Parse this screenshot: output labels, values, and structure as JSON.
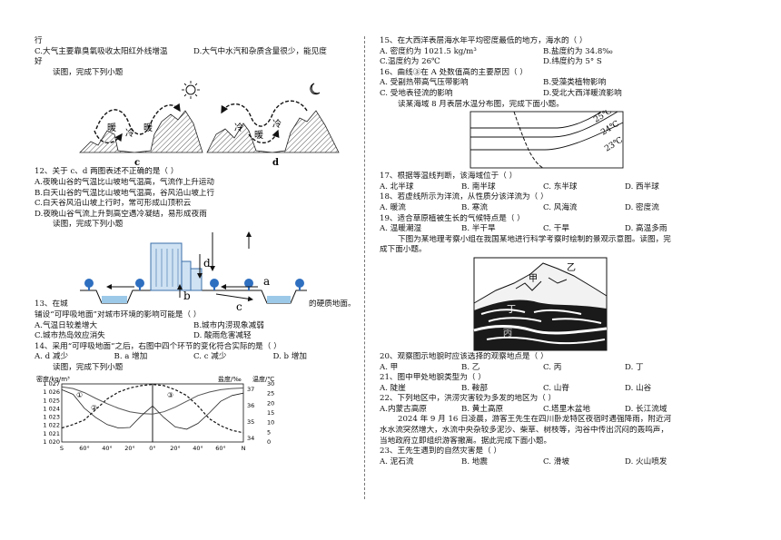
{
  "left": {
    "carry_top": "行",
    "q11_c": "C.大气主要靠臭氧吸收太阳红外线增温",
    "q11_d": "D.大气中水汽和杂质含量很少，能见度",
    "q11_carry": "好",
    "read_fig_1": "读图，完成下列小题",
    "fig_cd": {
      "labels": [
        "暖",
        "冷",
        "暖",
        "冷",
        "暖",
        "冷"
      ],
      "cap_c": "c",
      "cap_d": "d"
    },
    "q12": {
      "stem": "12、关于 c、d 两图表述不正确的是（   ）",
      "options": [
        "A.夜晚山谷的气温比山坡地气温高，气流作上升运动",
        "B.白天山谷的气温比山坡地气温高，谷风沿山坡上行",
        "C.白天谷风沿山坡上行时，常可形成山顶积云",
        "D.夜晚山谷气流上升到高空遇冷凝结，易形成夜雨"
      ]
    },
    "read_fig_2": "读图，完成下列小题",
    "fig_city": {
      "labels": [
        "d",
        "a",
        "b",
        "c"
      ]
    },
    "q13_stem_a": "13、在城",
    "q13_stem_b": "的硬质地面。",
    "q13_stem_c": "铺设“可呼吸地面”对城市环境的影响可能是（   ）",
    "q13_opts": [
      "A.气温日较差增大",
      "B.城市内涝现象减弱",
      "C.城市热岛效应消失",
      "D. 酸雨危害减轻"
    ],
    "q14_stem": "14、采用“可呼吸地面”之后，右图中四个环节的变化符合实际的是（   ）",
    "q14_opts": [
      "A.  d 减少",
      "B.  a 增加",
      "C. c 减少",
      "D.  b 增加"
    ],
    "read_fig_3": "读图，完成下列小题",
    "chart_data": {
      "type": "line",
      "left_axis_title": "密度/kg/m³",
      "right_axis_title_1": "盐度/‰",
      "right_axis_title_2": "温度/℃",
      "left_ticks": [
        "1 027",
        "1 026",
        "1 025",
        "1 024",
        "1 023",
        "1 022",
        "1 021",
        "1 020"
      ],
      "right_ticks_salinity": [
        "37",
        "36",
        "35",
        "34"
      ],
      "right_ticks_temp": [
        "30",
        "25",
        "20",
        "15",
        "10",
        "5",
        "0"
      ],
      "x_ticks": [
        "S",
        "60°",
        "40°",
        "20°",
        "0°",
        "20°",
        "40°",
        "60°",
        "N"
      ],
      "curve_markers": [
        "①",
        "②",
        "③"
      ],
      "series": [
        {
          "label": "①",
          "style": "dashed",
          "y": [
            0.24,
            0.3,
            0.38,
            0.56,
            0.74,
            0.86,
            0.93,
            0.97,
            0.99,
            0.97,
            0.9,
            0.8,
            0.62,
            0.4,
            0.28,
            0.2,
            0.16
          ]
        },
        {
          "label": "②",
          "style": "solid",
          "y": [
            0.95,
            0.92,
            0.85,
            0.75,
            0.66,
            0.58,
            0.52,
            0.49,
            0.48,
            0.52,
            0.6,
            0.7,
            0.8,
            0.86,
            0.9,
            0.92,
            0.93
          ]
        },
        {
          "label": "③",
          "style": "solid-thin",
          "y": [
            0.9,
            0.82,
            0.58,
            0.42,
            0.3,
            0.24,
            0.25,
            0.45,
            0.62,
            0.42,
            0.26,
            0.22,
            0.32,
            0.5,
            0.7,
            0.8,
            0.84
          ]
        }
      ]
    }
  },
  "right": {
    "q15": {
      "stem": "15、在大西洋表层海水年平均密度最低的地方，海水的（   ）",
      "options": [
        "A. 密度约为 1021.5 kg/m³",
        "B.盐度约为 34.8‰",
        "C.温度约为 26℃",
        "D.纬度约为 5° S"
      ]
    },
    "q16": {
      "stem": "16、曲线③在 A 处数值高的主要原因（   ）",
      "options": [
        "A. 受副热带高气压带影响",
        "B.受藻类植物影响",
        "C. 受地表径流的影响",
        "D.受北大西洋暖流影响"
      ]
    },
    "read_fig_4": "读某海域 8 月表层水温分布图，完成下面小题。",
    "fig_sea": {
      "isotherms": [
        "25℃",
        "24℃",
        "23℃"
      ]
    },
    "q17": {
      "stem": "17、根据等温线判断，该海域位于（   ）",
      "options": [
        "A. 北半球",
        "B. 南半球",
        "C. 东半球",
        "D. 西半球"
      ]
    },
    "q18": {
      "stem": "18、若虚线所示为洋流，从性质分该洋流为（   ）",
      "options": [
        "A. 暖流",
        "B. 寒流",
        "C. 风海流",
        "D. 密度流"
      ]
    },
    "q19": {
      "stem": "19、适合草原植被生长的气候特点是（   ）",
      "options": [
        "A. 温暖潮湿",
        "B. 半干旱",
        "C. 干旱",
        "D. 高温多雨"
      ]
    },
    "read_fig_5a": "下图为某地理考察小组在我国某地进行科学考察时绘制的景观示意图。读图，完",
    "read_fig_5b": "成下面小题。",
    "fig_mtn": {
      "labels": [
        "乙",
        "甲",
        "丁",
        "丙"
      ]
    },
    "q20": {
      "stem": "20、观察图示地貌时应该选择的观察地点是（   ）",
      "options": [
        "A. 甲",
        "B. 乙",
        "C. 丙",
        "D. 丁"
      ]
    },
    "q21": {
      "stem": "21、图中甲处地貌类型为（   ）",
      "options": [
        "A. 陡崖",
        "B. 鞍部",
        "C. 山脊",
        "D. 山谷"
      ]
    },
    "q22": {
      "stem": "22、下列地区中，洪涝灾害较为多发的地区为（   ）",
      "options": [
        "A.内蒙古高原",
        "B. 黄土高原",
        "C.塔里木盆地",
        "D. 长江流域"
      ]
    },
    "passage_a": "2024 年 9 月 16 日凌晨，游客王先生在四川卧龙特区夜宿时遇强降雨，附近河",
    "passage_b": "水水流突然增大，水流中央杂较多泥沙、柴草、树枝等，沟谷中传出沉闷的轰鸣声，",
    "passage_c": "当地政府立即组织游客撤离。据此完成下面小题。",
    "q23": {
      "stem": "23、王先生遇到的自然灾害是（   ）",
      "options": [
        "A. 泥石流",
        "B. 地震",
        "C. 滑坡",
        "D. 火山喷发"
      ]
    }
  }
}
